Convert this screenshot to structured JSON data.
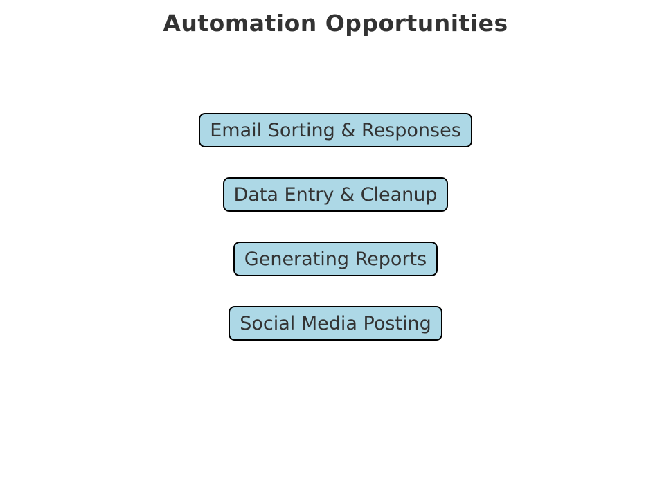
{
  "title": "Automation Opportunities",
  "boxes": [
    {
      "label": "Email Sorting & Responses"
    },
    {
      "label": "Data Entry & Cleanup"
    },
    {
      "label": "Generating Reports"
    },
    {
      "label": "Social Media Posting"
    }
  ],
  "colors": {
    "background": "#FFFFFF",
    "box_fill": "#ADD8E6",
    "box_border": "#000000",
    "text": "#333333"
  }
}
